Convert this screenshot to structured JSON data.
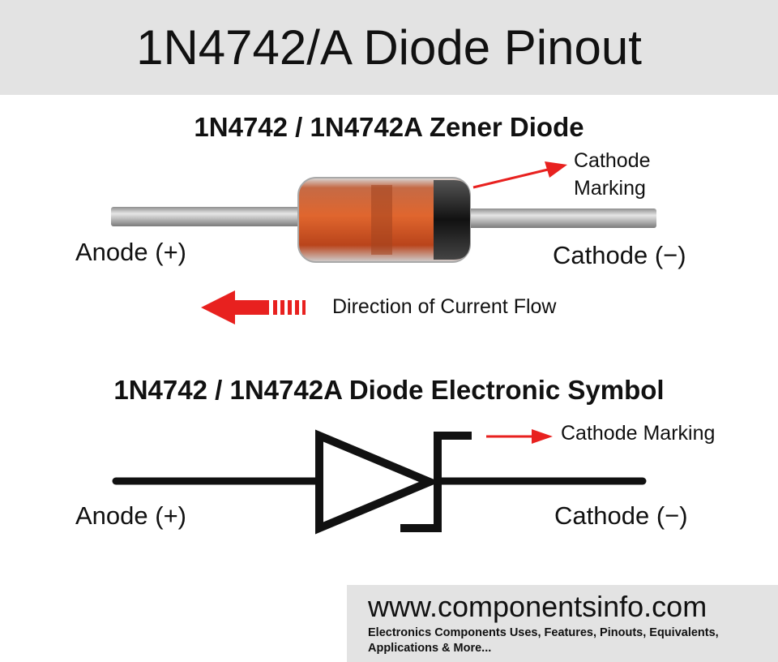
{
  "header": {
    "title": "1N4742/A Diode Pinout"
  },
  "component_section": {
    "title": "1N4742 / 1N4742A Zener Diode",
    "cathode_marking_line1": "Cathode",
    "cathode_marking_line2": "Marking",
    "anode_label": "Anode (+)",
    "cathode_label": "Cathode (−)",
    "current_flow_label": "Direction of Current Flow"
  },
  "symbol_section": {
    "title": "1N4742 / 1N4742A Diode Electronic Symbol",
    "cathode_marking": "Cathode Marking",
    "anode_label": "Anode (+)",
    "cathode_label": "Cathode (−)"
  },
  "footer": {
    "website": "www.componentsinfo.com",
    "tagline": "Electronics Components Uses, Features, Pinouts, Equivalents, Applications & More..."
  },
  "colors": {
    "header_bg": "#e3e3e3",
    "arrow_red": "#e8211f",
    "diode_body": "#c8451e",
    "cathode_band": "#1c1c1c",
    "lead_silver": "#bfbfbf"
  }
}
